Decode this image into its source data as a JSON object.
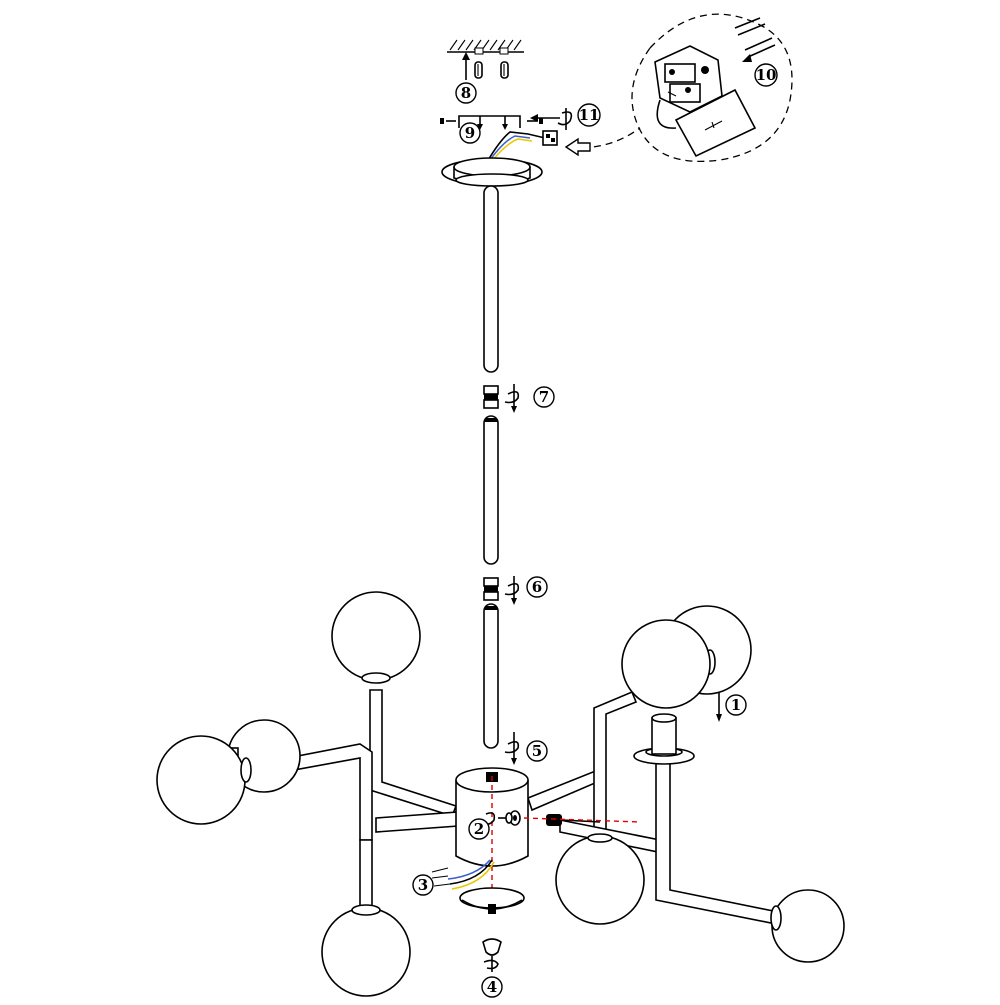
{
  "steps": [
    {
      "key": "s1",
      "label": "1"
    },
    {
      "key": "s2",
      "label": "2"
    },
    {
      "key": "s3",
      "label": "3"
    },
    {
      "key": "s4",
      "label": "4"
    },
    {
      "key": "s5",
      "label": "5"
    },
    {
      "key": "s6",
      "label": "6"
    },
    {
      "key": "s7",
      "label": "7"
    },
    {
      "key": "s8",
      "label": "8"
    },
    {
      "key": "s9",
      "label": "9"
    },
    {
      "key": "s10",
      "label": "10"
    },
    {
      "key": "s11",
      "label": "11"
    }
  ],
  "colors": {
    "line": "#000000",
    "axis": "#e00000",
    "wire_blue": "#3a5fcd",
    "wire_yellow": "#e8c800"
  }
}
